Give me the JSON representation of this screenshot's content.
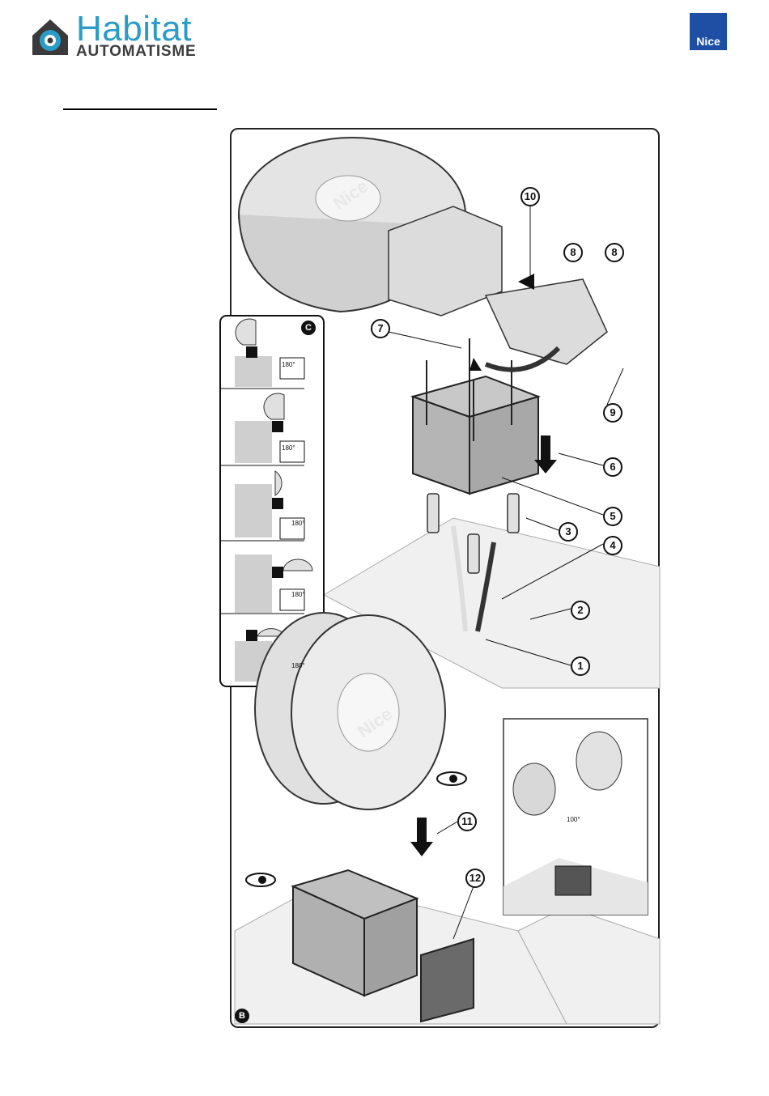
{
  "header": {
    "brand_name": "Habitat",
    "brand_sub": "AUTOMATISME",
    "brand_color": "#2a9cc8",
    "nice_label": "Nice",
    "nice_color": "#1e4fa5"
  },
  "figure": {
    "panel_b_label": "B",
    "panel_c_label": "C",
    "nice_emboss": "Nice",
    "callouts": [
      "10",
      "8",
      "8",
      "7",
      "9",
      "6",
      "5",
      "4",
      "3",
      "2",
      "1",
      "11",
      "12"
    ],
    "angle_labels": [
      "180°",
      "180°",
      "180°",
      "180°",
      "180°"
    ],
    "angle_100": "100°"
  }
}
